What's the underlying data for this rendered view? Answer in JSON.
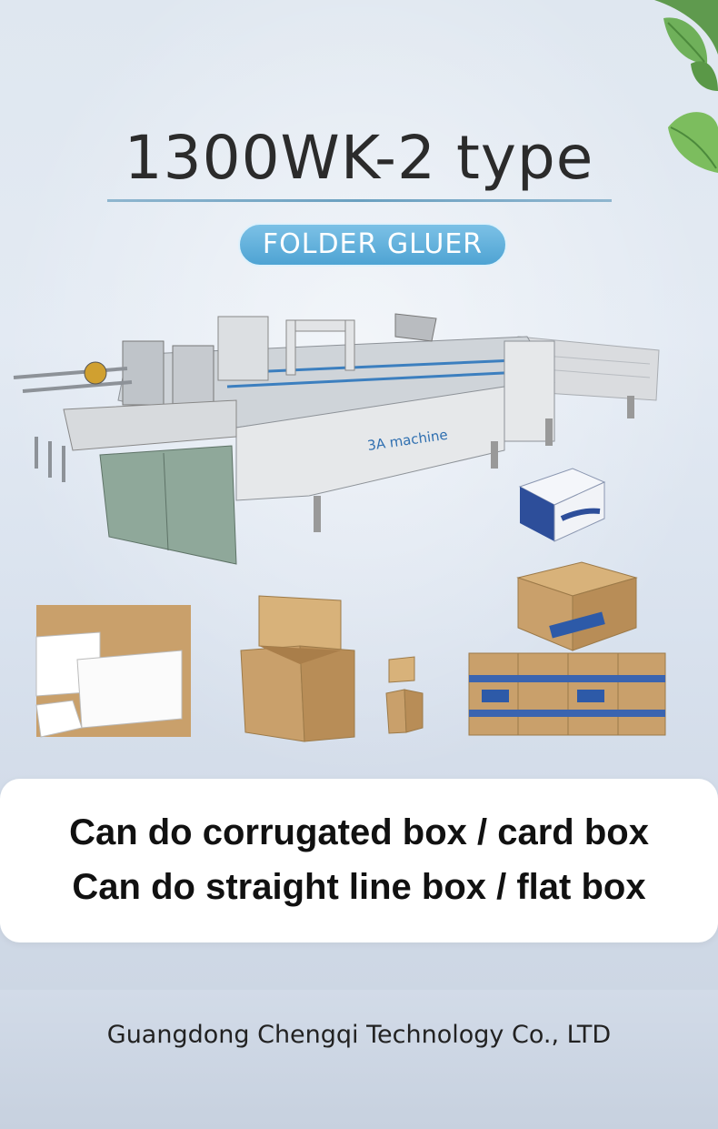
{
  "header": {
    "title": "1300WK-2  type",
    "badge": "FOLDER GLUER"
  },
  "machine": {
    "brand_label": "3A machine"
  },
  "banner": {
    "line1": "Can do corrugated box / card box",
    "line2": "Can do straight  line box  / flat box"
  },
  "footer": {
    "company": "Guangdong Chengqi Technology Co., LTD"
  },
  "colors": {
    "accent": "#4ea3d3",
    "title_rule": "#6aa0c0",
    "machine_body": "#e6e8ea",
    "machine_green": "#8fa89a",
    "carton": "#c9a06b"
  }
}
